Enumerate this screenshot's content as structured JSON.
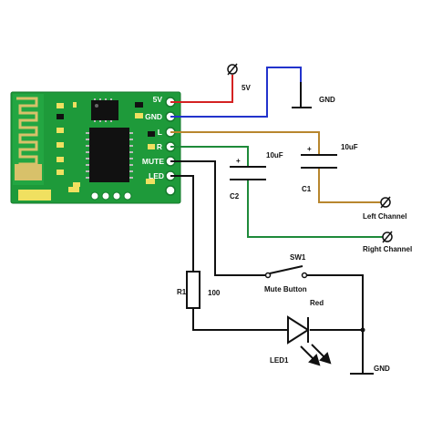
{
  "module": {
    "pins": [
      "5V",
      "GND",
      "L",
      "R",
      "MUTE",
      "LED"
    ]
  },
  "power": {
    "supply_label": "5V",
    "ground_top_label": "GND",
    "ground_bottom_label": "GND"
  },
  "capacitors": {
    "c1": {
      "ref": "C1",
      "value": "10uF"
    },
    "c2": {
      "ref": "C2",
      "value": "10uF"
    }
  },
  "outputs": {
    "left": "Left Channel",
    "right": "Right Channel"
  },
  "switch": {
    "ref": "SW1",
    "label": "Mute Button"
  },
  "resistor": {
    "ref": "R1",
    "value": "100"
  },
  "led": {
    "ref": "LED1",
    "color_label": "Red"
  },
  "colors": {
    "pcb": "#1e9a3a",
    "wire_5v": "#d42222",
    "wire_gnd": "#2233cc",
    "wire_left": "#b8862e",
    "wire_right": "#1e8a3a",
    "wire_signal": "#111111"
  }
}
